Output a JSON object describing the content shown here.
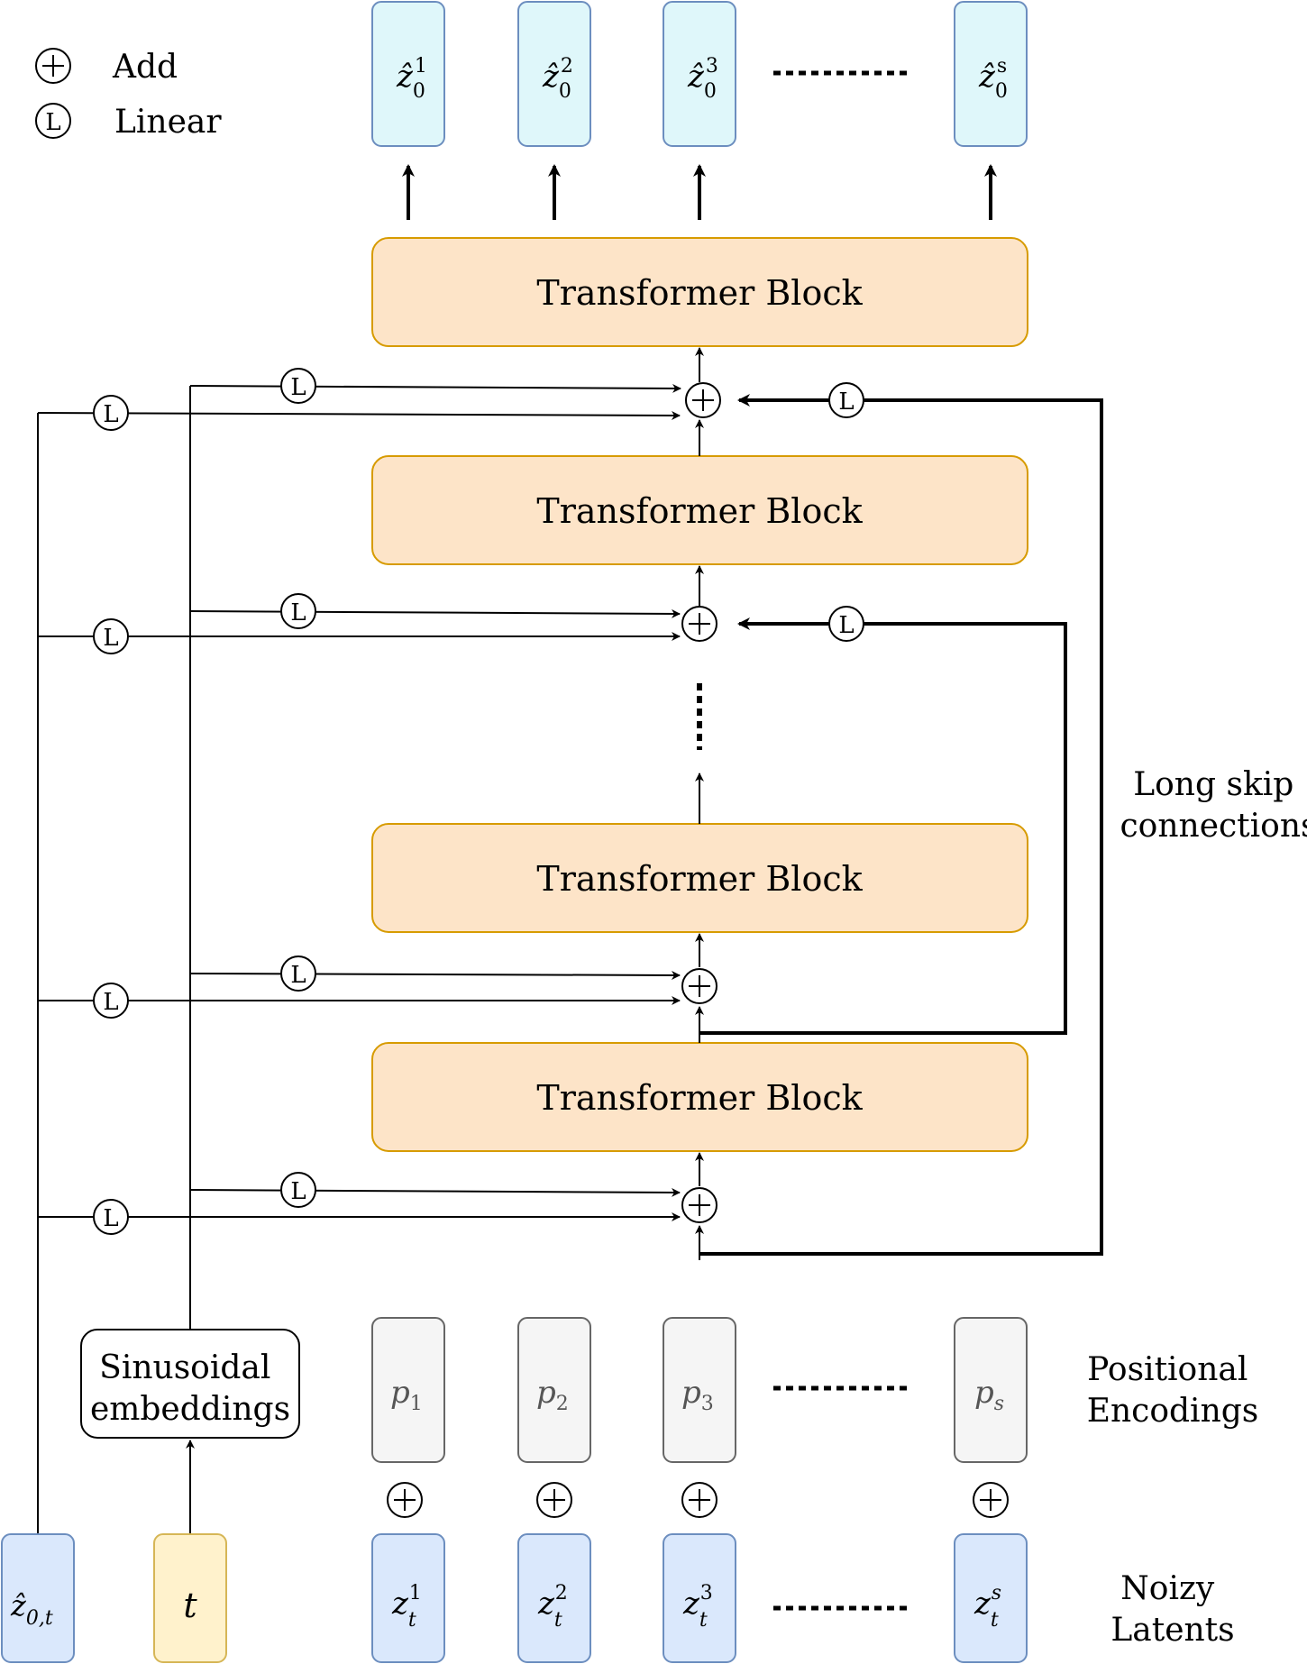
{
  "legend": {
    "add_label": "Add",
    "linear_label": "Linear",
    "add_symbol": "+",
    "linear_symbol": "L"
  },
  "outputs": {
    "base": "ẑ",
    "sub": "0",
    "sups": [
      "1",
      "2",
      "3",
      "s"
    ]
  },
  "transformer_block_label": "Transformer Block",
  "linear_symbol": "L",
  "add_symbol": "+",
  "skip_label_line1": "Long skip",
  "skip_label_line2": "connections",
  "sinusoidal_line1": "Sinusoidal",
  "sinusoidal_line2": "embeddings",
  "positional": {
    "base": "p",
    "subs": [
      "1",
      "2",
      "3",
      "s"
    ],
    "label_line1": "Positional",
    "label_line2": "Encodings"
  },
  "latents": {
    "base": "z",
    "sub": "t",
    "sups": [
      "1",
      "2",
      "3",
      "s"
    ],
    "label_line1": "Noizy",
    "label_line2": "Latents"
  },
  "inputs": {
    "z0t_base": "ẑ",
    "z0t_sub": "0,t",
    "t_label": "t"
  },
  "colors": {
    "output_fill": "#dff7fa",
    "latent_fill": "#dae8fc",
    "box_stroke": "#6c8ebf",
    "block_fill": "#fde4c8",
    "block_stroke": "#d79b00",
    "pos_fill": "#f5f5f5",
    "pos_stroke": "#666666",
    "t_fill": "#fff2cc",
    "t_stroke": "#d6b656"
  }
}
